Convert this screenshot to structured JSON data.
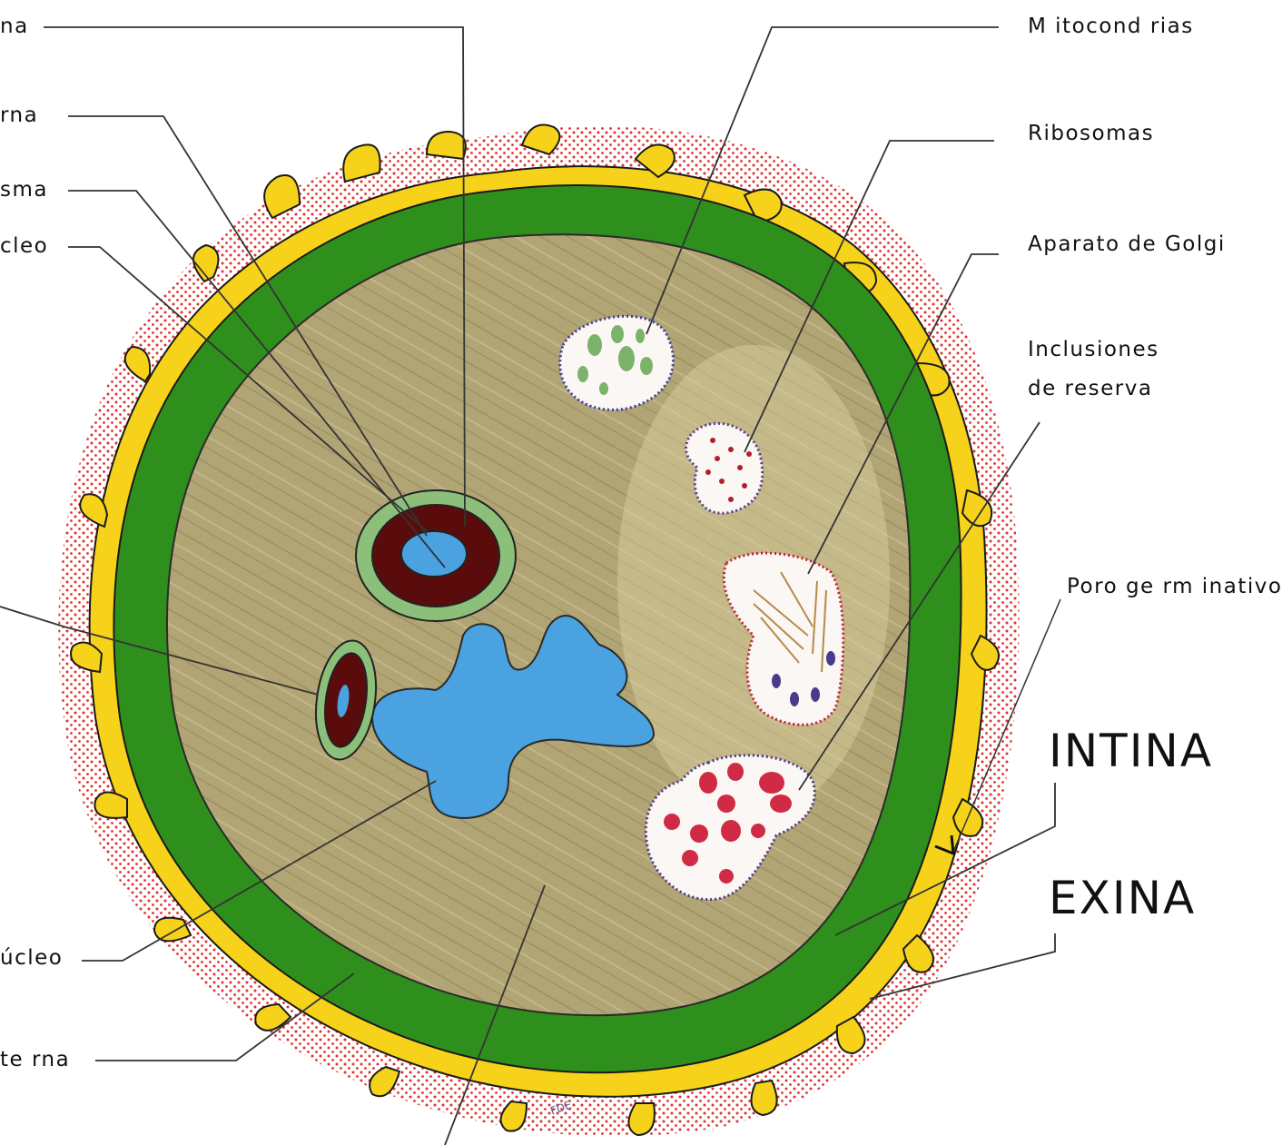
{
  "labels": {
    "left_top": "na",
    "left_2": "rna",
    "left_3": "sma",
    "left_4": "cleo",
    "left_nucleo": "úcleo",
    "left_interna": "te rna",
    "mitocondrias": "M itocond rias",
    "ribosomas": "Ribosomas",
    "golgi": "Aparato de Golgi",
    "inclusiones_1": "Inclusiones",
    "inclusiones_2": "de reserva",
    "poro": "Poro ge rm inativo",
    "intina": "INTINA",
    "exina": "EXINA",
    "signature": "FDE"
  },
  "colors": {
    "pollen_dots": "#e0312f",
    "exine_yellow": "#f6d31a",
    "intine_green": "#2f8f1c",
    "cytoplasm": "#b0a373",
    "vacuole_blue": "#4aa3e0",
    "nucleus_dark": "#5a0c0c",
    "nuclear_envelope": "#8bbf7a"
  }
}
